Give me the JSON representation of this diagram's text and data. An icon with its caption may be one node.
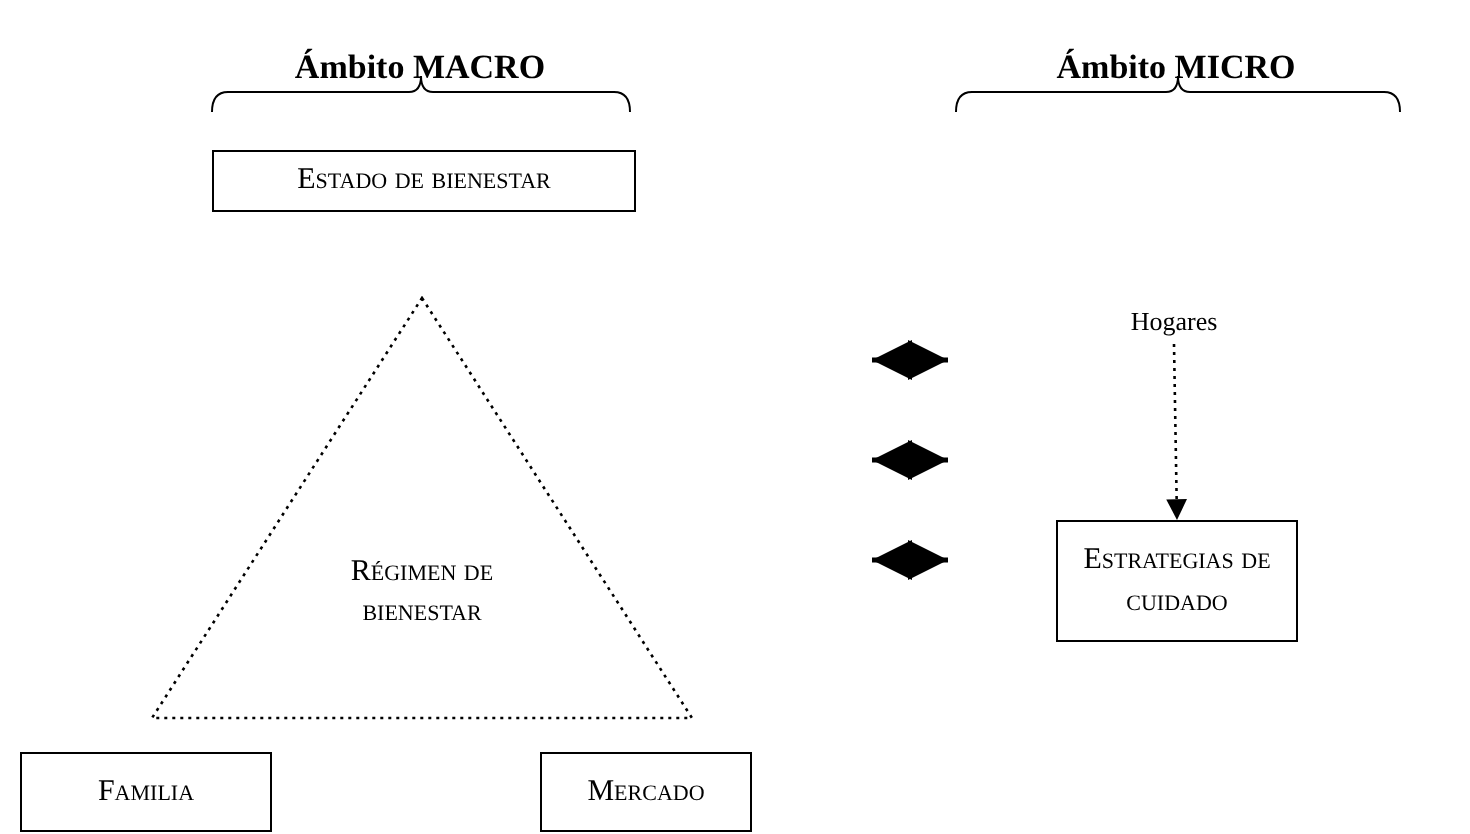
{
  "diagram": {
    "nodes": [
      {
        "text": [
          "Estado de bienestar"
        ]
      },
      {
        "text": [
          "Régimen de bienestar"
        ]
      },
      {
        "text": [
          "Familia"
        ]
      },
      {
        "text": [
          "Mercado"
        ]
      },
      {
        "text": [
          "Hogares"
        ]
      },
      {
        "text": [
          "Estrategias de cuidado"
        ]
      }
    ],
    "edges": [
      {
        "from": 4,
        "to": 5,
        "arrow": "to",
        "style": "dashed"
      }
    ],
    "labels": [
      "Ámbito MACRO",
      "Ámbito MICRO"
    ]
  }
}
